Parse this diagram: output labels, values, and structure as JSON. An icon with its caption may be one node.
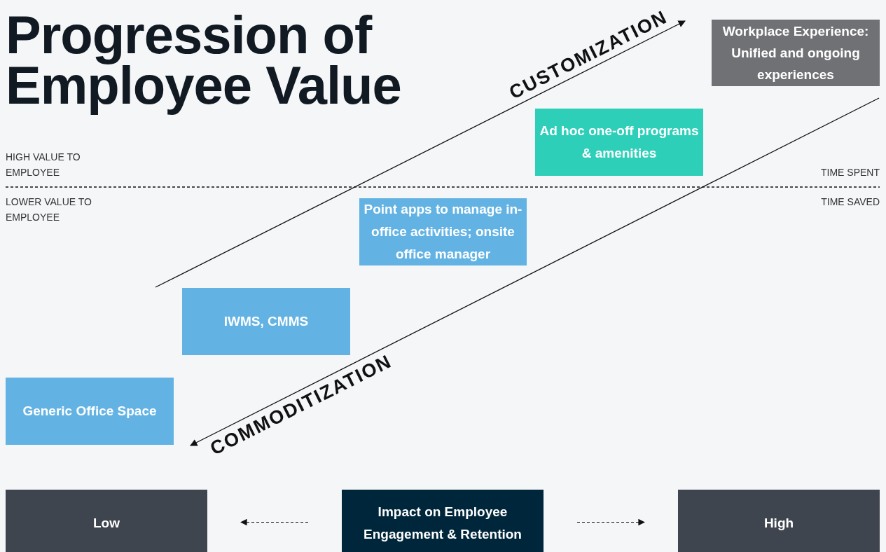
{
  "diagram": {
    "title": "Progression of Employee Value",
    "nodes": [
      {
        "text": [
          "Workplace Experience: Unified and ongoing experiences"
        ]
      },
      {
        "text": [
          "Ad hoc one-off programs & amenities"
        ]
      },
      {
        "text": [
          "Point apps to manage in-office activities; onsite office manager"
        ]
      },
      {
        "text": [
          "IWMS, CMMS"
        ]
      },
      {
        "text": [
          "Generic Office Space"
        ]
      },
      {
        "text": [
          "Low"
        ]
      },
      {
        "text": [
          "Impact on Employee Engagement & Retention"
        ]
      },
      {
        "text": [
          "High"
        ]
      }
    ],
    "edges": [
      {
        "from": 6,
        "to": 5,
        "arrow": "to",
        "style": "dashed"
      },
      {
        "from": 6,
        "to": 7,
        "arrow": "to",
        "style": "dashed"
      }
    ],
    "labels": [
      "CUSTOMIZATION",
      "HIGH VALUE TO EMPLOYEE",
      "TIME SPENT",
      "LOWER VALUE TO EMPLOYEE",
      "TIME SAVED",
      "COMMODITIZATION"
    ]
  }
}
